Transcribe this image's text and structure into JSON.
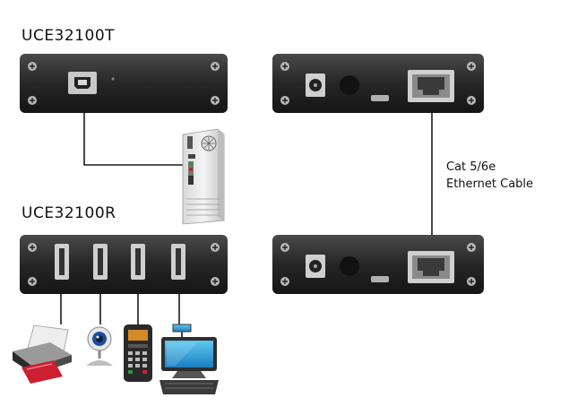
{
  "transmitter": {
    "title": "UCE32100T"
  },
  "receiver": {
    "title": "UCE32100R"
  },
  "cable": {
    "line1": "Cat 5/6e",
    "line2": "Ethernet Cable"
  },
  "devices": [
    {
      "name": "printer-icon"
    },
    {
      "name": "webcam-icon"
    },
    {
      "name": "card-terminal-icon"
    },
    {
      "name": "pos-terminal-icon"
    }
  ],
  "colors": {
    "unit_body": "#2a2a2a",
    "line": "#1a1a1a"
  }
}
